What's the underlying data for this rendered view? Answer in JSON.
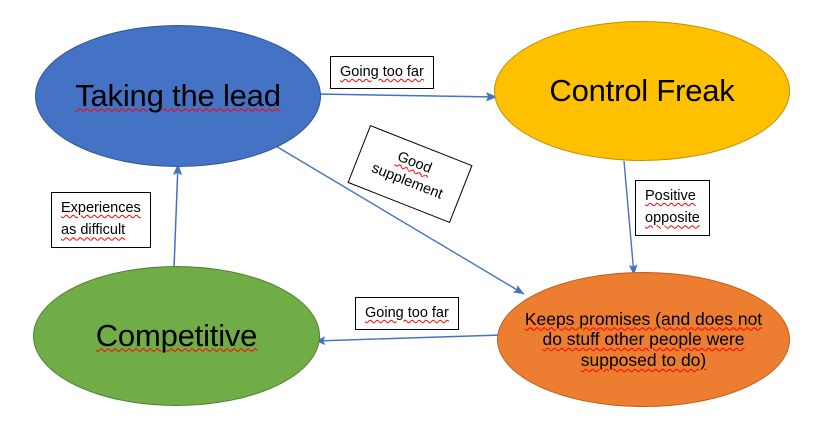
{
  "diagram": {
    "title": "Taking the lead / Control Freak / Competitive behaviour map",
    "background": "#ffffff",
    "line_color": "#4472C4",
    "spellcheck_underline_color": "#ff0000",
    "box_border_color": "#000000"
  },
  "nodes": [
    {
      "id": "taking-the-lead",
      "label": "Taking the lead",
      "fill": "#4472C4",
      "stroke": "#2F5597",
      "lines": [
        "Taking the lead"
      ],
      "size": "big",
      "spellchecked": true
    },
    {
      "id": "control-freak",
      "label": "Control Freak",
      "fill": "#FFC000",
      "stroke": "#BF9000",
      "lines": [
        "Control Freak"
      ],
      "size": "big",
      "spellchecked": false
    },
    {
      "id": "competitive",
      "label": "Competitive",
      "fill": "#70AD47",
      "stroke": "#507E32",
      "lines": [
        "Competitive"
      ],
      "size": "big",
      "spellchecked": true
    },
    {
      "id": "keeps-promises",
      "label": "Keeps promises (and does not do stuff other people were supposed to do)",
      "fill": "#ED7D31",
      "stroke": "#C55A11",
      "lines": [
        "Keeps promises (and does not",
        "do stuff other people were",
        "supposed to do)"
      ],
      "size": "small",
      "spellchecked": true
    }
  ],
  "edge_labels": [
    {
      "id": "going-too-far-top",
      "lines": [
        "Going too far"
      ],
      "rotated": false
    },
    {
      "id": "good-supplement",
      "lines": [
        "Good",
        "supplement"
      ],
      "rotated": true
    },
    {
      "id": "positive-opposite",
      "lines": [
        "Positive",
        "opposite"
      ],
      "rotated": false
    },
    {
      "id": "experiences-as-difficult",
      "lines": [
        "Experiences",
        "as difficult"
      ],
      "rotated": false
    },
    {
      "id": "going-too-far-bottom",
      "lines": [
        "Going too far"
      ],
      "rotated": false
    }
  ],
  "edges": [
    {
      "id": "lead-to-control-freak",
      "from": "taking-the-lead",
      "to": "control-freak",
      "label": "Going too far",
      "direction": "right"
    },
    {
      "id": "lead-to-keeps-promises",
      "from": "taking-the-lead",
      "to": "keeps-promises",
      "label": "Good supplement",
      "direction": "down-right"
    },
    {
      "id": "control-freak-to-keeps-promises",
      "from": "control-freak",
      "to": "keeps-promises",
      "label": "Positive opposite",
      "direction": "down"
    },
    {
      "id": "keeps-promises-to-competitive",
      "from": "keeps-promises",
      "to": "competitive",
      "label": "Going too far",
      "direction": "left"
    },
    {
      "id": "competitive-to-lead",
      "from": "competitive",
      "to": "taking-the-lead",
      "label": "Experiences as difficult",
      "direction": "up"
    }
  ]
}
